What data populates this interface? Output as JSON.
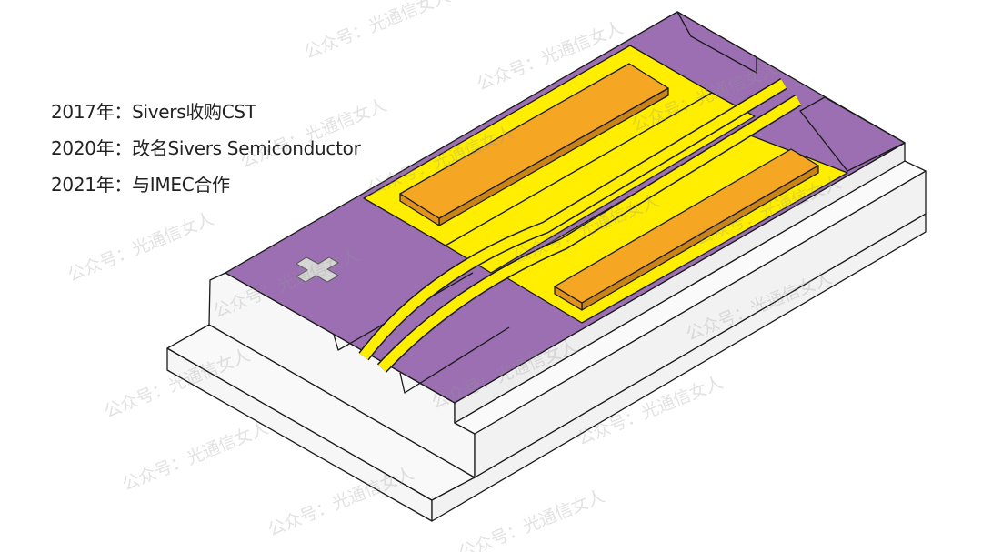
{
  "timeline": [
    {
      "year": "2017年：",
      "event": "Sivers收购CST"
    },
    {
      "year": "2020年：",
      "event": "改名Sivers Semiconductor"
    },
    {
      "year": "2021年：",
      "event": "与IMEC合作"
    }
  ],
  "watermark": "公众号：光通信女人",
  "colors": {
    "purple": "#9b6fb2",
    "yellow": "#ffee00",
    "orange": "#f5a623",
    "white": "#f7f7f7",
    "cross": "#d6d6d6"
  }
}
